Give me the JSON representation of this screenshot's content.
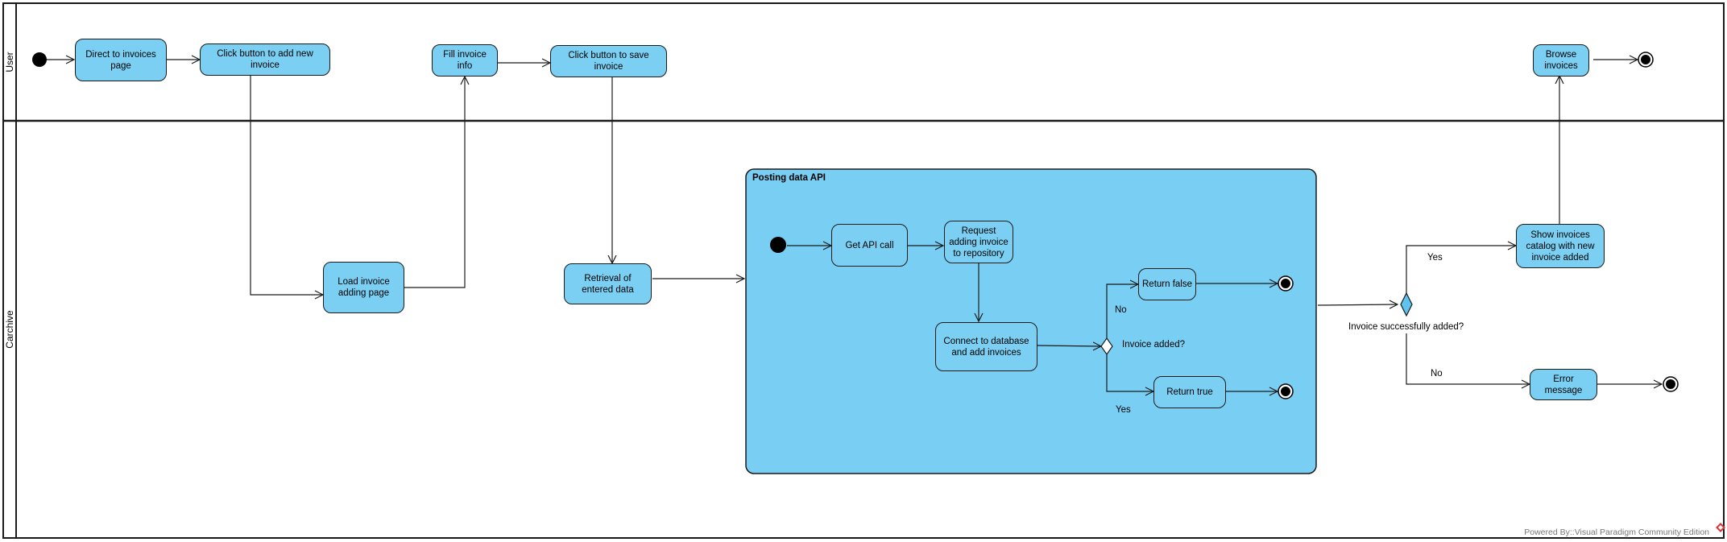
{
  "lanes": {
    "user": "User",
    "system": "Carchive"
  },
  "nodes": {
    "direct_to_invoices": "Direct to invoices page",
    "click_add_invoice": "Click button to add new invoice",
    "fill_invoice_info": "Fill invoice info",
    "click_save_invoice": "Click button to save invoice",
    "browse_invoices": "Browse invoices",
    "load_invoice_page": "Load invoice adding page",
    "retrieval_data": "Retrieval of entered data",
    "get_api_call": "Get API call",
    "request_adding": "Request adding invoice to repository",
    "connect_database": "Connect to database and add invoices",
    "return_false": "Return false",
    "return_true": "Return true",
    "show_catalog": "Show invoices catalog with new invoice added",
    "error_message": "Error message"
  },
  "subactivity": {
    "title": "Posting data API"
  },
  "decisions": {
    "invoice_added": "Invoice added?",
    "invoice_success": "Invoice successfully added?"
  },
  "guards": {
    "api_no": "No",
    "api_yes": "Yes",
    "outer_yes": "Yes",
    "outer_no": "No"
  },
  "footer": "Powered By::Visual Paradigm Community Edition",
  "colors": {
    "action_fill": "#7acff3",
    "subactivity_fill": "#79cff3",
    "decision_fill": "#5fc3ee",
    "stroke": "#1a1a1a"
  }
}
